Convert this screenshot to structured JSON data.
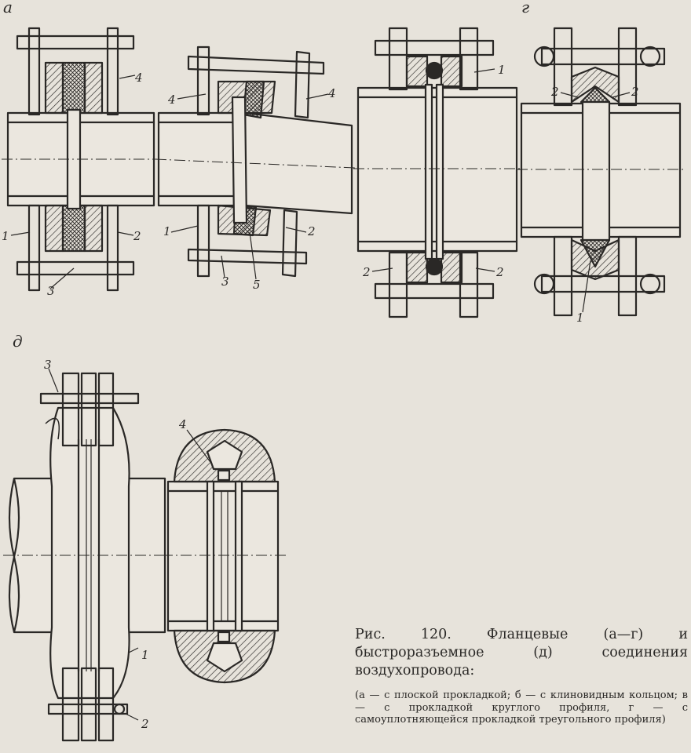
{
  "panels": {
    "a": "а",
    "b": "",
    "v": "",
    "g": "г",
    "d": "д"
  },
  "labels": {
    "a_1": "1",
    "a_2": "2",
    "a_3": "3",
    "a_4": "4",
    "b_1": "1",
    "b_2": "2",
    "b_3": "3",
    "b_4_left": "4",
    "b_4_right": "4",
    "b_5": "5",
    "v_1": "1",
    "v_2_left": "2",
    "v_2_right": "2",
    "g_1": "1",
    "g_2_tl": "2",
    "g_2_tr": "2",
    "d_1": "1",
    "d_2": "2",
    "d_3": "3",
    "d_4": "4"
  },
  "caption": {
    "title": "Рис. 120. Фланцевые (а—г) и быстроразъемное (д) соединения воздухопровода:",
    "note": "(а — с плоской прокладкой; б — с клиновидным кольцом; в — с прокладкой круглого профиля, г — с самоуплотняющейся прокладкой треугольного профиля)"
  }
}
